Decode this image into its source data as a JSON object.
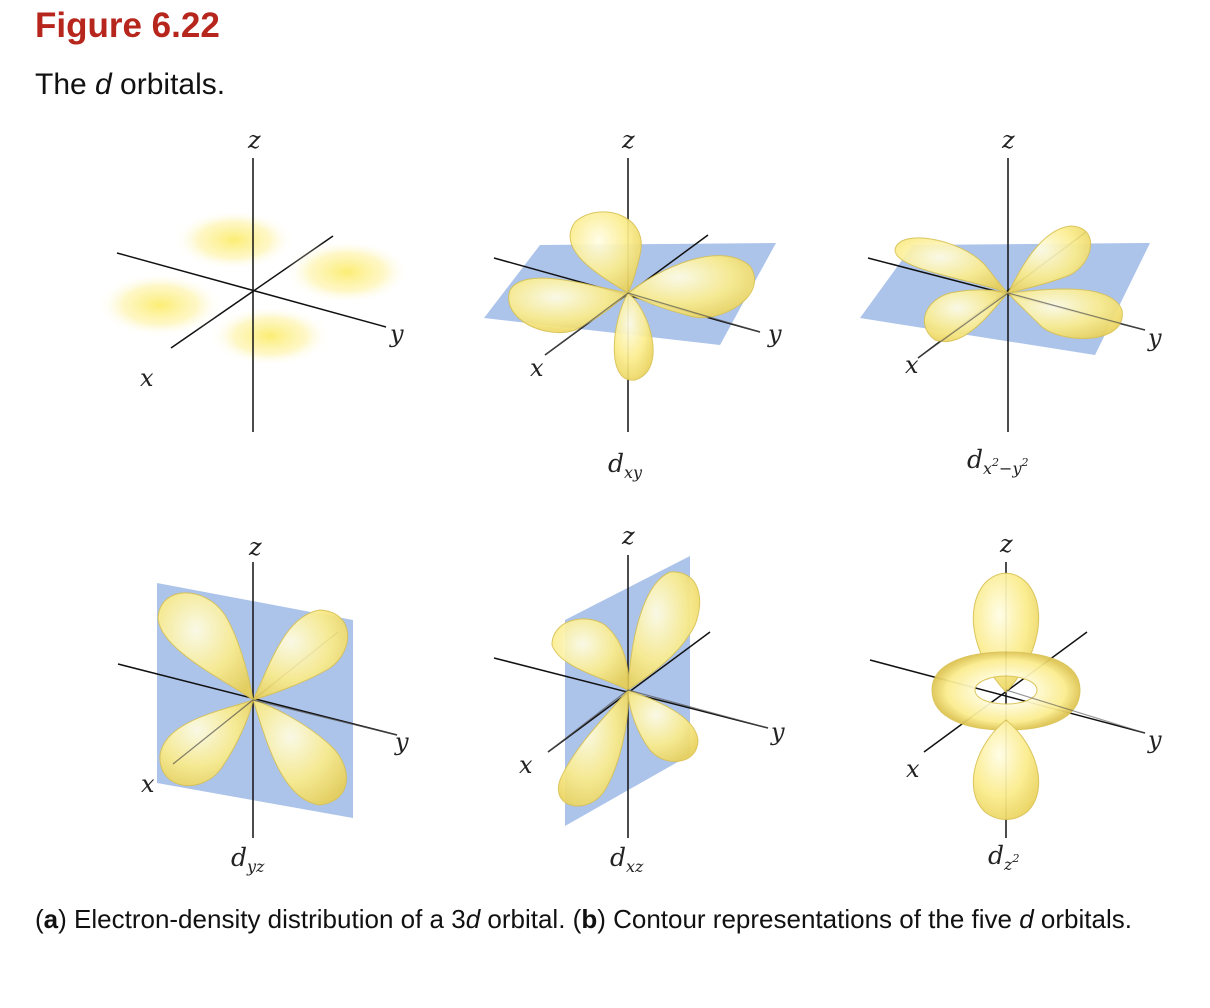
{
  "figure": {
    "label": "Figure 6.22",
    "title_pre": "The ",
    "title_italic": "d",
    "title_post": " orbitals."
  },
  "axes": {
    "x": "x",
    "y": "y",
    "z": "z"
  },
  "orbitals": [
    {
      "name": "density",
      "label": ""
    },
    {
      "name": "dxy",
      "label_main": "d",
      "label_sub": "xy"
    },
    {
      "name": "dx2-y2",
      "label_main": "d",
      "label_sub1": "x",
      "label_sup1": "2",
      "label_sub_mid": "−",
      "label_sub2": "y",
      "label_sup2": "2"
    },
    {
      "name": "dyz",
      "label_main": "d",
      "label_sub": "yz"
    },
    {
      "name": "dxz",
      "label_main": "d",
      "label_sub": "xz"
    },
    {
      "name": "dz2",
      "label_main": "d",
      "label_sub": "z",
      "label_sup": "2"
    }
  ],
  "caption": {
    "a_open": "(",
    "a": "a",
    "a_text": ") Electron-density distribution of a 3",
    "a_italic": "d",
    "a_text2": " orbital. (",
    "b": "b",
    "b_text": ") Contour representations of the five ",
    "b_italic": "d",
    "b_text2": " orbitals."
  },
  "colors": {
    "accent": "#b7261c",
    "lobe": "#fbed8e",
    "lobe_edge": "#d8c45a",
    "plane": "#9db8e6"
  }
}
